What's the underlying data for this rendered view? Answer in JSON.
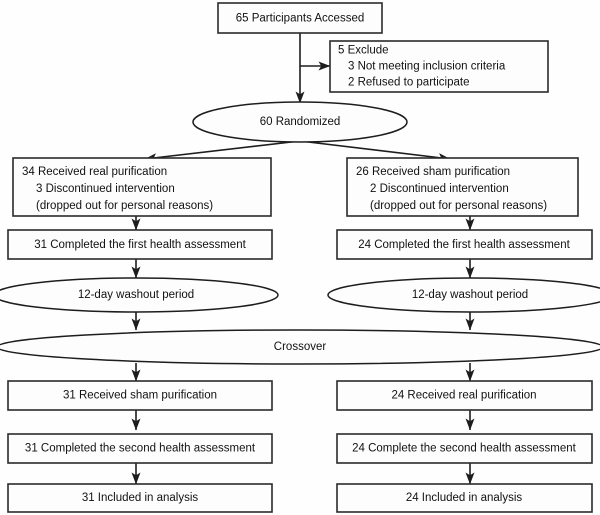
{
  "diagram": {
    "title": "CONSORT participant flow diagram",
    "type": "flowchart",
    "line_color": "#1d1d1d",
    "box_fill": "#fdfdfd",
    "nodes": {
      "enrolled": {
        "shape": "box",
        "text": "65 Participants Accessed"
      },
      "excluded": {
        "shape": "box",
        "lines": [
          "5 Exclude",
          "3 Not meeting inclusion criteria",
          "2 Refused to participate"
        ]
      },
      "randomized": {
        "shape": "ellipse",
        "text": "60 Randomized"
      },
      "arm_left_alloc": {
        "shape": "box",
        "lines": [
          "34 Received real purification",
          "3 Discontinued intervention",
          "(dropped out for personal reasons)"
        ]
      },
      "arm_right_alloc": {
        "shape": "box",
        "lines": [
          "26 Received sham purification",
          "2 Discontinued intervention",
          "(dropped out for personal reasons)"
        ]
      },
      "left_first_assessment": {
        "shape": "box",
        "text": "31 Completed the first health assessment"
      },
      "right_first_assessment": {
        "shape": "box",
        "text": "24 Completed the first health assessment"
      },
      "left_washout": {
        "shape": "ellipse",
        "text": "12-day washout period"
      },
      "right_washout": {
        "shape": "ellipse",
        "text": "12-day washout period"
      },
      "crossover": {
        "shape": "ellipse",
        "text": "Crossover"
      },
      "left_second_treatment": {
        "shape": "box",
        "text": "31 Received sham purification"
      },
      "right_second_treatment": {
        "shape": "box",
        "text": "24 Received real purification"
      },
      "left_second_assessment": {
        "shape": "box",
        "text": "31 Completed the second health assessment"
      },
      "right_second_assessment": {
        "shape": "box",
        "text": "24 Complete the second health assessment"
      },
      "left_analysis": {
        "shape": "box",
        "text": "31 Included in analysis"
      },
      "right_analysis": {
        "shape": "box",
        "text": "24 Included in analysis"
      }
    },
    "counts": {
      "accessed": 65,
      "excluded_total": 5,
      "excluded_not_meeting_criteria": 3,
      "excluded_refused": 2,
      "randomized": 60,
      "real_first": 34,
      "sham_first": 26,
      "real_first_discontinued": 3,
      "sham_first_discontinued": 2,
      "left_completed_first": 31,
      "right_completed_first": 24,
      "left_analysis": 31,
      "right_analysis": 24,
      "washout_days": 12
    }
  }
}
